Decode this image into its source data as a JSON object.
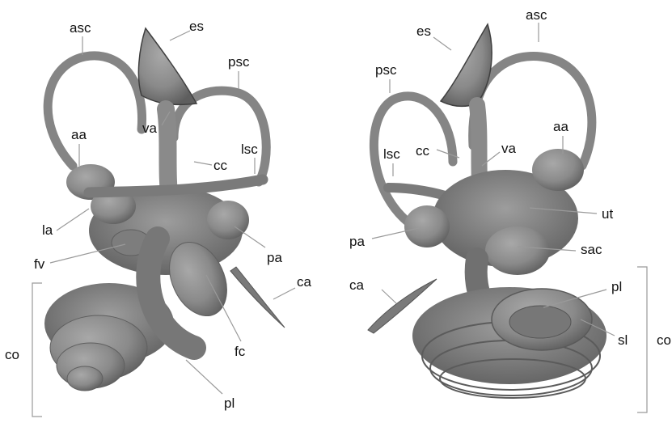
{
  "figure": {
    "left_view": {
      "labels": {
        "asc": "asc",
        "es": "es",
        "psc": "psc",
        "va": "va",
        "aa": "aa",
        "lsc": "lsc",
        "cc": "cc",
        "la": "la",
        "fv": "fv",
        "pa": "pa",
        "ca": "ca",
        "co": "co",
        "fc": "fc",
        "pl": "pl"
      }
    },
    "right_view": {
      "labels": {
        "es": "es",
        "asc": "asc",
        "psc": "psc",
        "aa": "aa",
        "lsc": "lsc",
        "cc": "cc",
        "va": "va",
        "ut": "ut",
        "pa": "pa",
        "sac": "sac",
        "ca": "ca",
        "pl": "pl",
        "sl": "sl",
        "co": "co"
      }
    },
    "colors": {
      "specimen_fill": "#8a8a8a",
      "specimen_dark": "#5f5f5f",
      "specimen_light": "#a5a5a5",
      "leader_line": "#9a9a9a",
      "label_text": "#111111",
      "background": "#ffffff"
    }
  }
}
